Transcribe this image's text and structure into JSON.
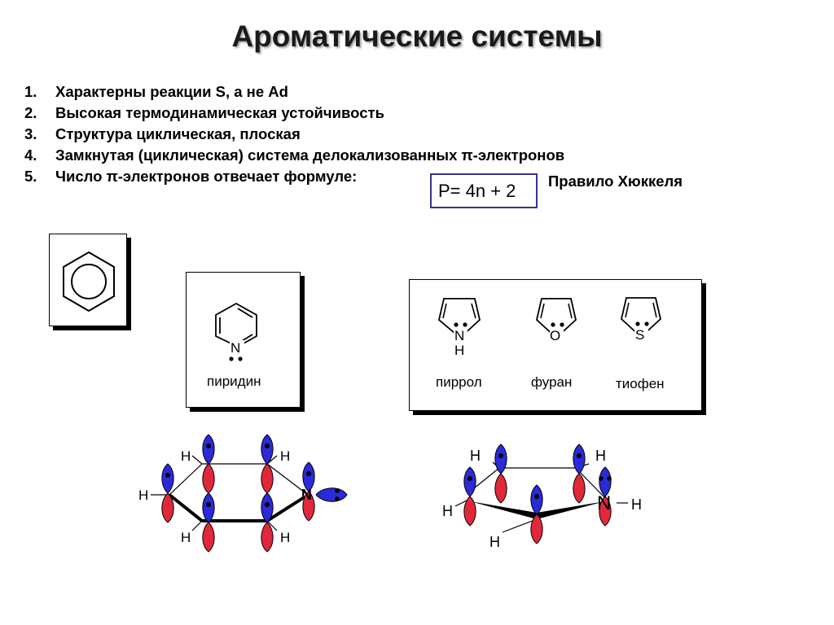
{
  "title": "Ароматические системы",
  "list": [
    {
      "num": "1.",
      "text": "Характерны реакции S, а не Ad"
    },
    {
      "num": "2.",
      "text": "Высокая термодинамическая устойчивость"
    },
    {
      "num": "3.",
      "text": "Структура циклическая, плоская"
    },
    {
      "num": "4.",
      "text": "Замкнутая (циклическая) система делокализованных π-электронов"
    },
    {
      "num": "5.",
      "text": "Число π-электронов отвечает формуле:"
    }
  ],
  "formula": "P= 4n + 2",
  "rule": "Правило Хюккеля",
  "molecules": {
    "pyridine": {
      "atom": "N",
      "name": "пиридин"
    },
    "pyrrole": {
      "atom": "N",
      "atom_h": "H",
      "name": "пиррол"
    },
    "furan": {
      "atom": "O",
      "name": "фуран"
    },
    "thiophene": {
      "atom": "S",
      "name": "тиофен"
    }
  },
  "orbitals_left": {
    "h": "H",
    "n": "N"
  },
  "orbitals_right": {
    "h": "H",
    "n": "N"
  },
  "colors": {
    "lobe_top": "#2a2ad8",
    "lobe_bottom": "#e0283a",
    "formula_border": "#35358f"
  }
}
